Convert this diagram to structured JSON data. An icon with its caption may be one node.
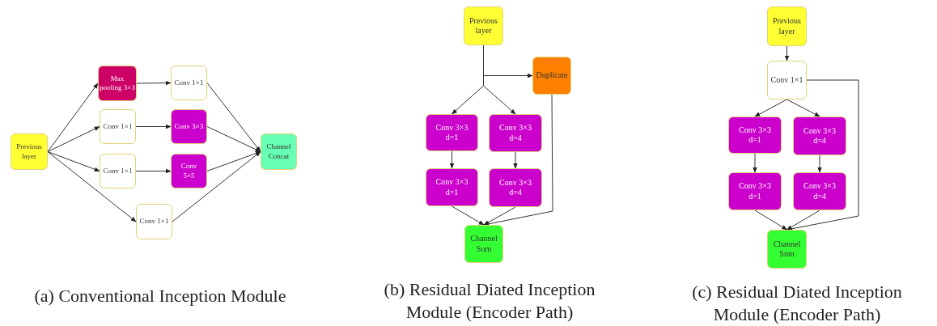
{
  "diagram": {
    "nodes": [
      {
        "text": [
          "Previous layer"
        ]
      },
      {
        "text": [
          "Max pooling 3×3"
        ]
      },
      {
        "text": [
          "Conv 1×1"
        ]
      },
      {
        "text": [
          "Conv 1×1"
        ]
      },
      {
        "text": [
          "Conv 3×3"
        ]
      },
      {
        "text": [
          "Conv 1×1"
        ]
      },
      {
        "text": [
          "Conv 5×5"
        ]
      },
      {
        "text": [
          "Conv 1×1"
        ]
      },
      {
        "text": [
          "Channel Concat"
        ]
      },
      {
        "text": [
          "Previous layer"
        ]
      },
      {
        "text": [
          "Duplicate"
        ]
      },
      {
        "text": [
          "Conv 3×3 d=1"
        ]
      },
      {
        "text": [
          "Conv 3×3 d=4"
        ]
      },
      {
        "text": [
          "Conv 3×3 d=1"
        ]
      },
      {
        "text": [
          "Conv 3×3 d=4"
        ]
      },
      {
        "text": [
          "Channel Sum"
        ]
      },
      {
        "text": [
          "Previous layer"
        ]
      },
      {
        "text": [
          "Conv 1×1"
        ]
      },
      {
        "text": [
          "Conv 3×3 d=1"
        ]
      },
      {
        "text": [
          "Conv 3×3 d=4"
        ]
      },
      {
        "text": [
          "Conv 3×3 d=1"
        ]
      },
      {
        "text": [
          "Conv 3×3 d=4"
        ]
      },
      {
        "text": [
          "Channel Sum"
        ]
      }
    ],
    "edges": [
      {
        "from": 0,
        "to": 1,
        "arrow": "to"
      },
      {
        "from": 0,
        "to": 3,
        "arrow": "to"
      },
      {
        "from": 0,
        "to": 5,
        "arrow": "to"
      },
      {
        "from": 0,
        "to": 7,
        "arrow": "to"
      },
      {
        "from": 1,
        "to": 2,
        "arrow": "to"
      },
      {
        "from": 3,
        "to": 4,
        "arrow": "to"
      },
      {
        "from": 5,
        "to": 6,
        "arrow": "to"
      },
      {
        "from": 2,
        "to": 8,
        "arrow": "to"
      },
      {
        "from": 4,
        "to": 8,
        "arrow": "to"
      },
      {
        "from": 6,
        "to": 8,
        "arrow": "to"
      },
      {
        "from": 7,
        "to": 8,
        "arrow": "to"
      },
      {
        "from": 9,
        "to": 10,
        "arrow": "to"
      },
      {
        "from": 9,
        "to": 11,
        "arrow": "to"
      },
      {
        "from": 9,
        "to": 12,
        "arrow": "to"
      },
      {
        "from": 11,
        "to": 13,
        "arrow": "to"
      },
      {
        "from": 12,
        "to": 14,
        "arrow": "to"
      },
      {
        "from": 13,
        "to": 15,
        "arrow": "to"
      },
      {
        "from": 14,
        "to": 15,
        "arrow": "to"
      },
      {
        "from": 10,
        "to": 15,
        "arrow": "to"
      },
      {
        "from": 16,
        "to": 17,
        "arrow": "to"
      },
      {
        "from": 17,
        "to": 18,
        "arrow": "to"
      },
      {
        "from": 17,
        "to": 19,
        "arrow": "to"
      },
      {
        "from": 18,
        "to": 20,
        "arrow": "to"
      },
      {
        "from": 19,
        "to": 21,
        "arrow": "to"
      },
      {
        "from": 20,
        "to": 22,
        "arrow": "to"
      },
      {
        "from": 21,
        "to": 22,
        "arrow": "to"
      },
      {
        "from": 17,
        "to": 22,
        "arrow": "to"
      }
    ],
    "labels": [
      "(a) Conventional Inception Module",
      "(b) Residual Diated Inception Module (Encoder Path)",
      "(c) Residual Diated Inception Module (Encoder Path)"
    ]
  }
}
